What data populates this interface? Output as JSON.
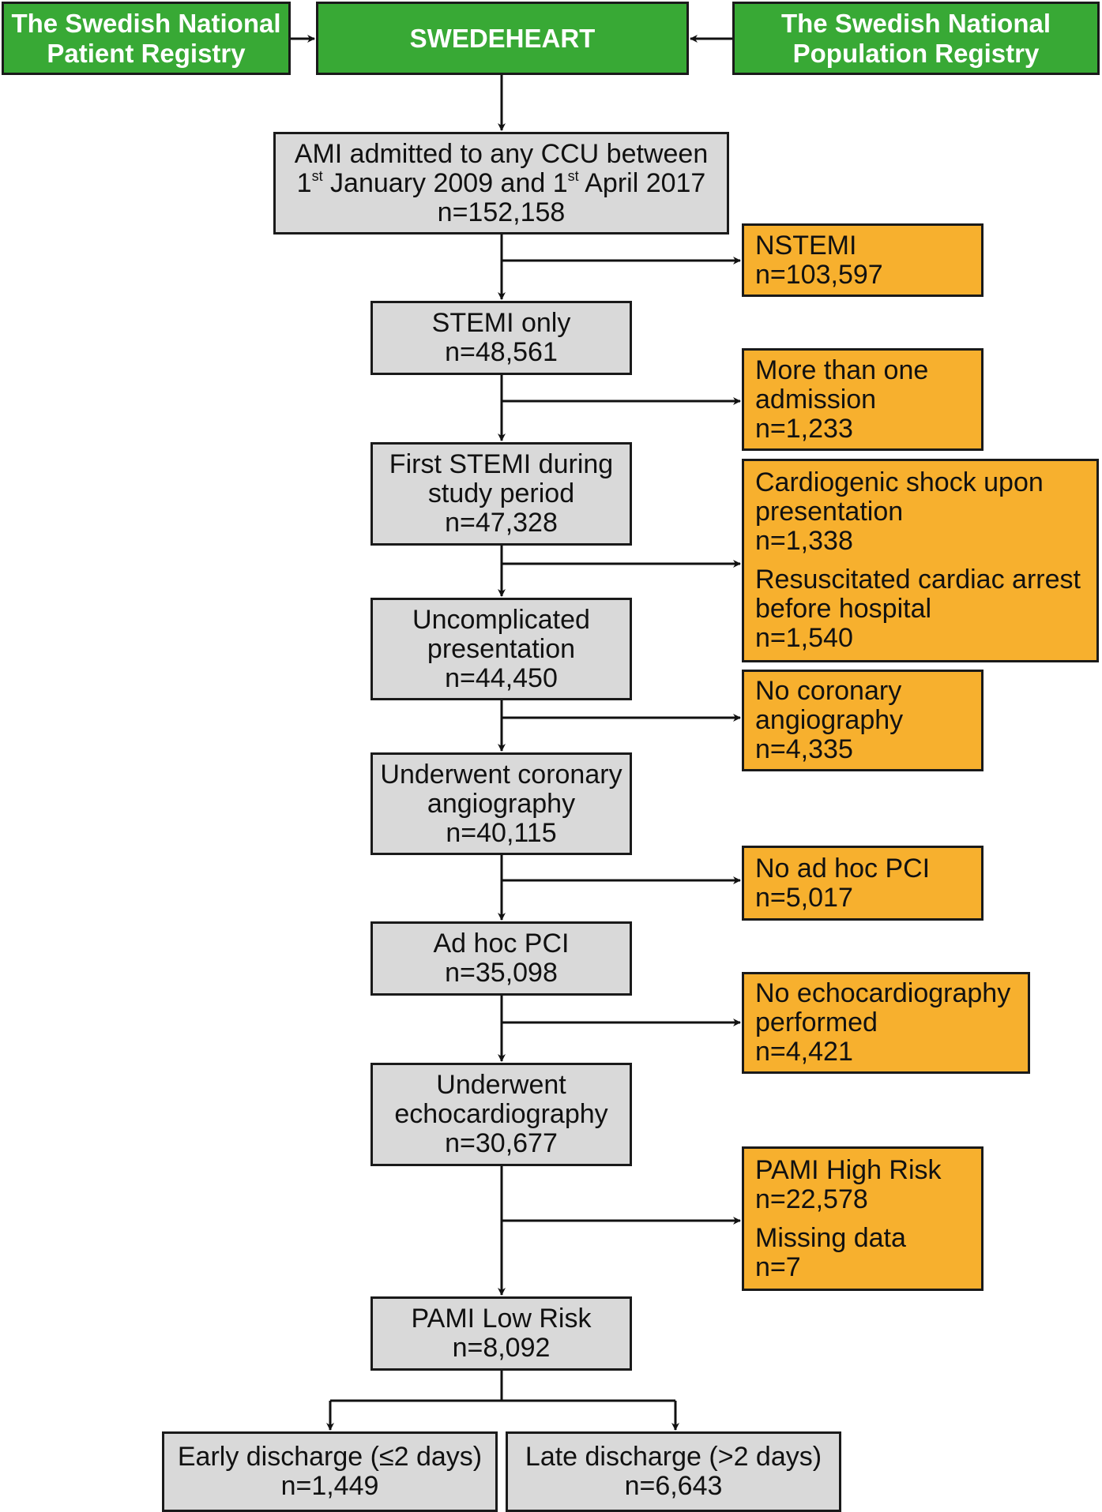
{
  "sources": {
    "left": {
      "lines": [
        "The Swedish National",
        "Patient Registry"
      ]
    },
    "center": {
      "label": "SWEDEHEART"
    },
    "right": {
      "lines": [
        "The Swedish National",
        "Population Registry"
      ]
    }
  },
  "main_flow": [
    {
      "id": "ami",
      "lines": [
        "AMI admitted to any CCU between"
      ],
      "date_line": {
        "d1": "1",
        "s1": "st",
        "t1": " January 2009 and ",
        "d2": "1",
        "s2": "st",
        "t2": " April 2017"
      },
      "n": "n=152,158"
    },
    {
      "id": "stemi-only",
      "lines": [
        "STEMI only"
      ],
      "n": "n=48,561"
    },
    {
      "id": "first-stemi",
      "lines": [
        "First STEMI during",
        "study period"
      ],
      "n": "n=47,328"
    },
    {
      "id": "uncomplicated",
      "lines": [
        "Uncomplicated",
        "presentation"
      ],
      "n": "n=44,450"
    },
    {
      "id": "underwent-angiography",
      "lines": [
        "Underwent coronary",
        "angiography"
      ],
      "n": "n=40,115"
    },
    {
      "id": "ad-hoc-pci",
      "lines": [
        "Ad hoc PCI"
      ],
      "n": "n=35,098"
    },
    {
      "id": "underwent-echo",
      "lines": [
        "Underwent",
        "echocardiography"
      ],
      "n": "n=30,677"
    },
    {
      "id": "pami-low",
      "lines": [
        "PAMI Low Risk"
      ],
      "n": "n=8,092"
    }
  ],
  "exclusions": [
    {
      "id": "nstemi",
      "groups": [
        {
          "lines": [
            "NSTEMI"
          ],
          "n": "n=103,597"
        }
      ]
    },
    {
      "id": "more-than-one",
      "groups": [
        {
          "lines": [
            "More than one",
            "admission"
          ],
          "n": "n=1,233"
        }
      ]
    },
    {
      "id": "shock-arrest",
      "groups": [
        {
          "lines": [
            "Cardiogenic shock upon",
            "presentation"
          ],
          "n": "n=1,338"
        },
        {
          "lines": [
            "Resuscitated cardiac arrest",
            "before hospital"
          ],
          "n": "n=1,540"
        }
      ]
    },
    {
      "id": "no-angiography",
      "groups": [
        {
          "lines": [
            "No coronary",
            "angiography"
          ],
          "n": "n=4,335"
        }
      ]
    },
    {
      "id": "no-pci",
      "groups": [
        {
          "lines": [
            "No ad hoc PCI"
          ],
          "n": "n=5,017"
        }
      ]
    },
    {
      "id": "no-echo",
      "groups": [
        {
          "lines": [
            "No echocardiography",
            "performed"
          ],
          "n": "n=4,421"
        }
      ]
    },
    {
      "id": "pami-high",
      "groups": [
        {
          "lines": [
            "PAMI High Risk"
          ],
          "n": "n=22,578"
        },
        {
          "lines": [
            "Missing data"
          ],
          "n": "n=7"
        }
      ]
    }
  ],
  "outcomes": [
    {
      "id": "early-discharge",
      "label": "Early discharge (≤2 days)",
      "n": "n=1,449"
    },
    {
      "id": "late-discharge",
      "label": "Late discharge (>2 days)",
      "n": "n=6,643"
    }
  ],
  "colors": {
    "source": "#38a935",
    "main": "#d9d9d9",
    "excluded": "#f7b02e",
    "border": "#1a1a1a"
  }
}
